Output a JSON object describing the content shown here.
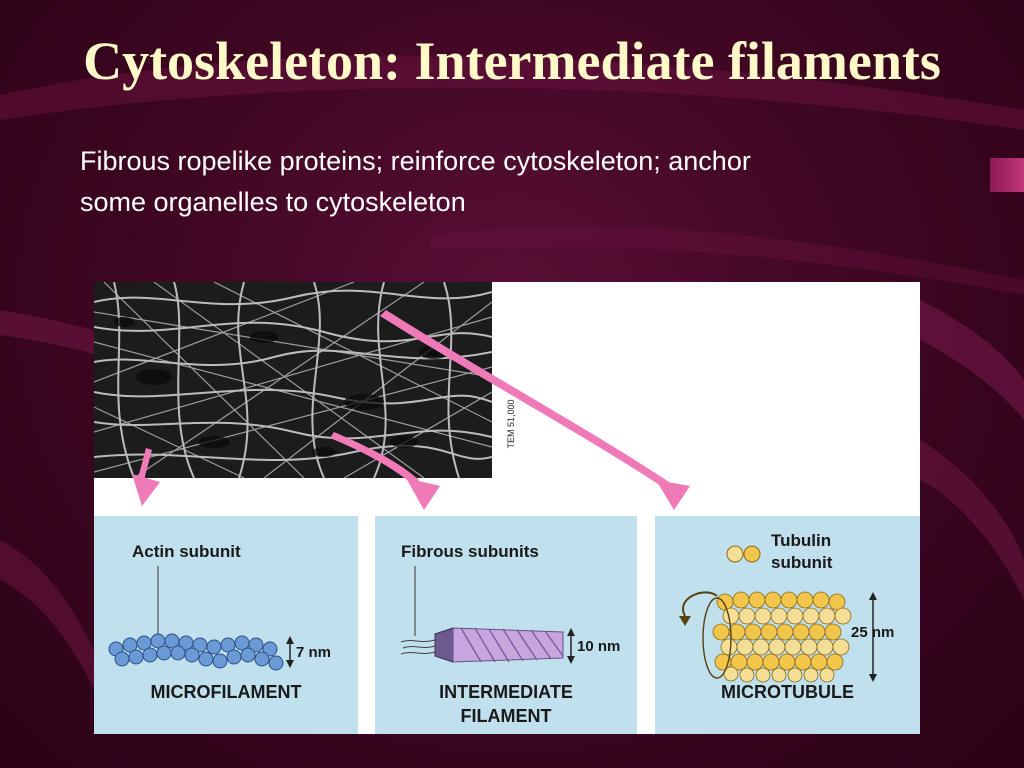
{
  "slide": {
    "title": "Cytoskeleton: Intermediate filaments",
    "body_lines": [
      "Fibrous ropelike proteins; reinforce cytoskeleton; anchor",
      "some organelles to cytoskeleton"
    ]
  },
  "figure": {
    "micrograph_caption": "TEM 51,000",
    "panels": [
      {
        "subunit_label": "Actin subunit",
        "dimension": "7 nm",
        "name": "MICROFILAMENT"
      },
      {
        "subunit_label": "Fibrous subunits",
        "dimension": "10 nm",
        "name_line1": "INTERMEDIATE",
        "name_line2": "FILAMENT"
      },
      {
        "subunit_label_line1": "Tubulin",
        "subunit_label_line2": "subunit",
        "dimension": "25 nm",
        "name": "MICROTUBULE"
      }
    ]
  },
  "colors": {
    "title": "#fff8c8",
    "background": "#4a0a2b",
    "panel": "#bfe0ec",
    "arrow": "#f07ab8",
    "actin": "#6a9ad6",
    "tubulin": "#f2c64a"
  }
}
